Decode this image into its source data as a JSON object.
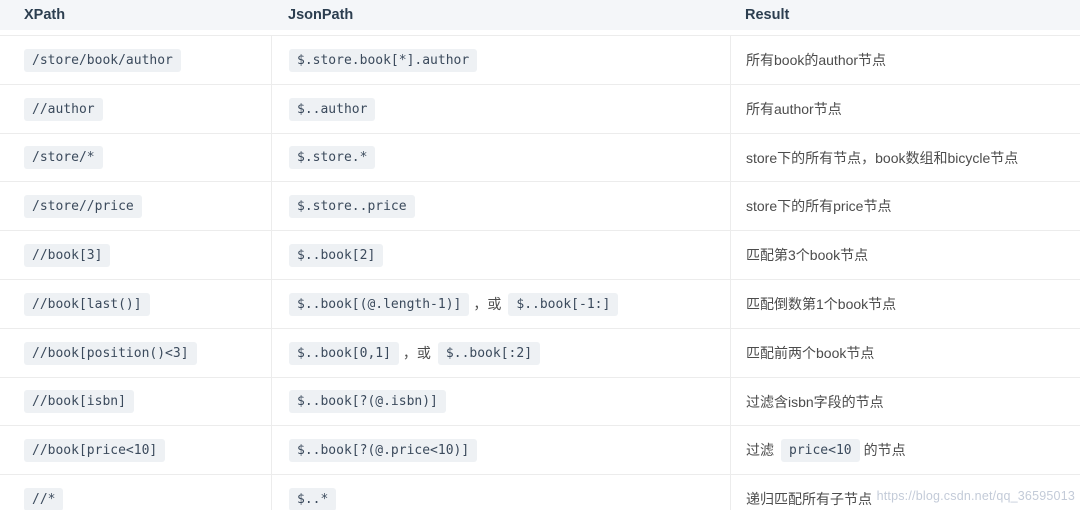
{
  "table": {
    "columns": [
      "XPath",
      "JsonPath",
      "Result"
    ],
    "rows": [
      {
        "xpath": [
          {
            "t": "code",
            "v": "/store/book/author"
          }
        ],
        "jsonpath": [
          {
            "t": "code",
            "v": "$.store.book[*].author"
          }
        ],
        "result": [
          {
            "t": "text",
            "v": "所有book的author节点"
          }
        ]
      },
      {
        "xpath": [
          {
            "t": "code",
            "v": "//author"
          }
        ],
        "jsonpath": [
          {
            "t": "code",
            "v": "$..author"
          }
        ],
        "result": [
          {
            "t": "text",
            "v": "所有author节点"
          }
        ]
      },
      {
        "xpath": [
          {
            "t": "code",
            "v": "/store/*"
          }
        ],
        "jsonpath": [
          {
            "t": "code",
            "v": "$.store.*"
          }
        ],
        "result": [
          {
            "t": "text",
            "v": "store下的所有节点，book数组和bicycle节点"
          }
        ]
      },
      {
        "xpath": [
          {
            "t": "code",
            "v": "/store//price"
          }
        ],
        "jsonpath": [
          {
            "t": "code",
            "v": "$.store..price"
          }
        ],
        "result": [
          {
            "t": "text",
            "v": "store下的所有price节点"
          }
        ]
      },
      {
        "xpath": [
          {
            "t": "code",
            "v": "//book[3]"
          }
        ],
        "jsonpath": [
          {
            "t": "code",
            "v": "$..book[2]"
          }
        ],
        "result": [
          {
            "t": "text",
            "v": "匹配第3个book节点"
          }
        ]
      },
      {
        "xpath": [
          {
            "t": "code",
            "v": "//book[last()]"
          }
        ],
        "jsonpath": [
          {
            "t": "code",
            "v": "$..book[(@.length-1)]"
          },
          {
            "t": "text",
            "v": "，或"
          },
          {
            "t": "code",
            "v": "$..book[-1:]"
          }
        ],
        "result": [
          {
            "t": "text",
            "v": "匹配倒数第1个book节点"
          }
        ]
      },
      {
        "xpath": [
          {
            "t": "code",
            "v": "//book[position()<3]"
          }
        ],
        "jsonpath": [
          {
            "t": "code",
            "v": "$..book[0,1]"
          },
          {
            "t": "text",
            "v": "，或"
          },
          {
            "t": "code",
            "v": "$..book[:2]"
          }
        ],
        "result": [
          {
            "t": "text",
            "v": "匹配前两个book节点"
          }
        ]
      },
      {
        "xpath": [
          {
            "t": "code",
            "v": "//book[isbn]"
          }
        ],
        "jsonpath": [
          {
            "t": "code",
            "v": "$..book[?(@.isbn)]"
          }
        ],
        "result": [
          {
            "t": "text",
            "v": "过滤含isbn字段的节点"
          }
        ]
      },
      {
        "xpath": [
          {
            "t": "code",
            "v": "//book[price<10]"
          }
        ],
        "jsonpath": [
          {
            "t": "code",
            "v": "$..book[?(@.price<10)]"
          }
        ],
        "result": [
          {
            "t": "text",
            "v": "过滤"
          },
          {
            "t": "code",
            "v": "price<10"
          },
          {
            "t": "text",
            "v": "的节点"
          }
        ]
      },
      {
        "xpath": [
          {
            "t": "code",
            "v": "//*"
          }
        ],
        "jsonpath": [
          {
            "t": "code",
            "v": "$..*"
          }
        ],
        "result": [
          {
            "t": "text",
            "v": "递归匹配所有子节点"
          }
        ]
      }
    ]
  },
  "watermark": "https://blog.csdn.net/qq_36595013",
  "colors": {
    "header_bg": "#f4f6f9",
    "header_text": "#2c3e50",
    "divider": "#ececec",
    "code_bg": "#eef1f4",
    "code_text": "#3b4a5c",
    "body_text": "#4c4c4c",
    "watermark": "#b9c2d2"
  }
}
